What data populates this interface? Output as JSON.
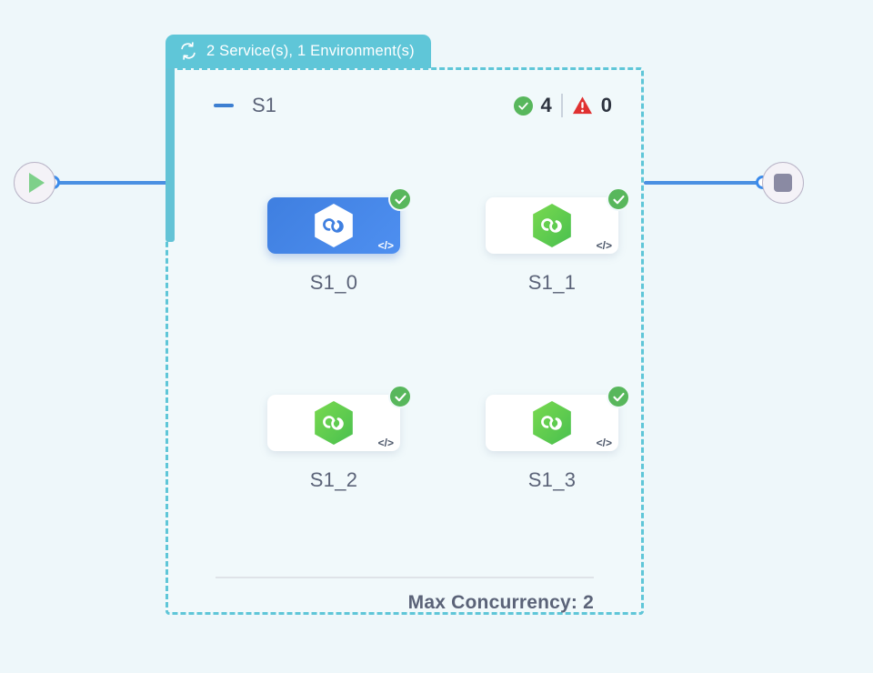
{
  "canvas": {
    "background_color": "#eef7fa",
    "accent_teal": "#5fc6d8",
    "accent_blue": "#4a90e2",
    "status_ok_color": "#58b75c",
    "status_error_color": "#e03131"
  },
  "start_node": {
    "name": "start",
    "icon": "play-icon"
  },
  "end_node": {
    "name": "end",
    "icon": "stop-icon"
  },
  "group": {
    "header": {
      "icon": "loop-icon",
      "title": "2 Service(s), 1 Environment(s)"
    },
    "toolbar": {
      "collapse_icon": "minus-icon",
      "name": "S1",
      "status": {
        "ok_icon": "check-circle-icon",
        "ok_count": "4",
        "error_icon": "warning-triangle-icon",
        "error_count": "0"
      }
    },
    "services": [
      {
        "label": "S1_0",
        "selected": true,
        "status": "ok",
        "icon": "hexagon-infinity-icon",
        "code_tag": "</>"
      },
      {
        "label": "S1_1",
        "selected": false,
        "status": "ok",
        "icon": "hexagon-infinity-icon",
        "code_tag": "</>"
      },
      {
        "label": "S1_2",
        "selected": false,
        "status": "ok",
        "icon": "hexagon-infinity-icon",
        "code_tag": "</>"
      },
      {
        "label": "S1_3",
        "selected": false,
        "status": "ok",
        "icon": "hexagon-infinity-icon",
        "code_tag": "</>"
      }
    ],
    "footer": {
      "max_concurrency_label": "Max Concurrency: 2"
    }
  }
}
